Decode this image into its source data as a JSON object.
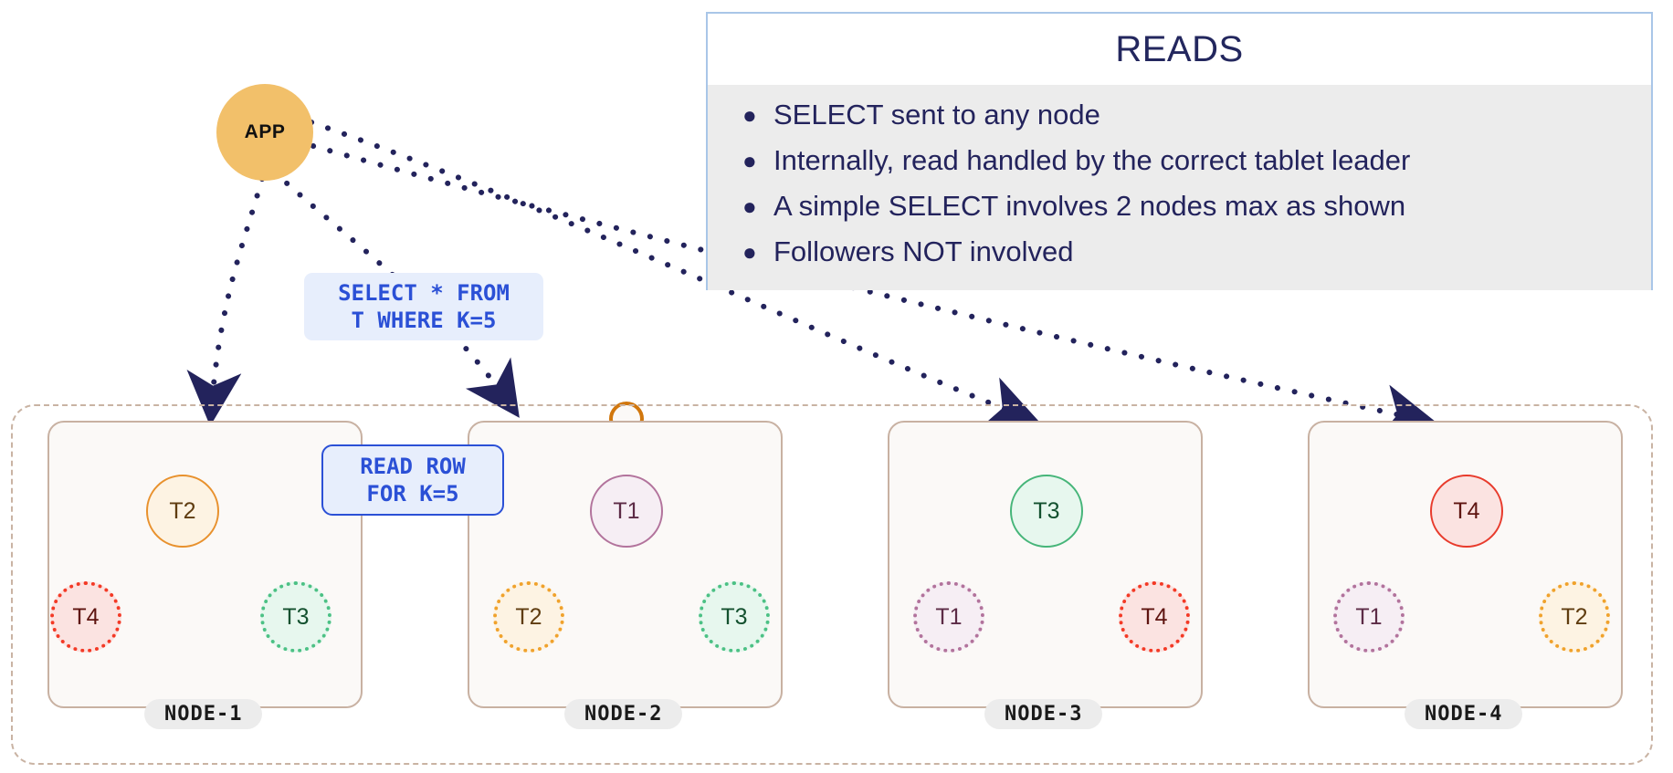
{
  "reads_panel": {
    "title": "READS",
    "bullet_glyph": "●",
    "items": [
      "SELECT sent to any node",
      "Internally, read handled by the correct tablet leader",
      "A simple SELECT involves 2 nodes max as shown",
      "Followers NOT involved"
    ],
    "border_color": "#a9c6e8",
    "body_bg": "#ececec",
    "text_color": "#23235c"
  },
  "app": {
    "label": "APP",
    "fill": "#f2c06a",
    "text_color": "#111111"
  },
  "labels": {
    "select_query_line1": "SELECT * FROM",
    "select_query_line2": "T WHERE K=5",
    "read_row_line1": "READ ROW",
    "read_row_line2": "FOR K=5",
    "accent": "#2b50d6",
    "fill": "#e7eefc"
  },
  "cluster": {
    "border_color": "#c9b3a3",
    "nodes": [
      {
        "name": "NODE-1",
        "tablets": [
          {
            "label": "T2",
            "role": "leader",
            "color_key": "t2"
          },
          {
            "label": "T4",
            "role": "follower",
            "color_key": "t4"
          },
          {
            "label": "T3",
            "role": "follower",
            "color_key": "t3"
          }
        ]
      },
      {
        "name": "NODE-2",
        "tablets": [
          {
            "label": "T1",
            "role": "leader",
            "color_key": "t1"
          },
          {
            "label": "T2",
            "role": "follower",
            "color_key": "t2"
          },
          {
            "label": "T3",
            "role": "follower",
            "color_key": "t3"
          }
        ]
      },
      {
        "name": "NODE-3",
        "tablets": [
          {
            "label": "T3",
            "role": "leader",
            "color_key": "t3"
          },
          {
            "label": "T1",
            "role": "follower",
            "color_key": "t1"
          },
          {
            "label": "T4",
            "role": "follower",
            "color_key": "t4"
          }
        ]
      },
      {
        "name": "NODE-4",
        "tablets": [
          {
            "label": "T4",
            "role": "leader",
            "color_key": "t4"
          },
          {
            "label": "T1",
            "role": "follower",
            "color_key": "t1"
          },
          {
            "label": "T2",
            "role": "follower",
            "color_key": "t2"
          }
        ]
      }
    ]
  },
  "colors": {
    "t1": "#b2739c",
    "t2": "#e8912d",
    "t3": "#46b579",
    "t4": "#e83b2c",
    "arrow": "#23235c",
    "read_arrow": "#5b91e0"
  }
}
